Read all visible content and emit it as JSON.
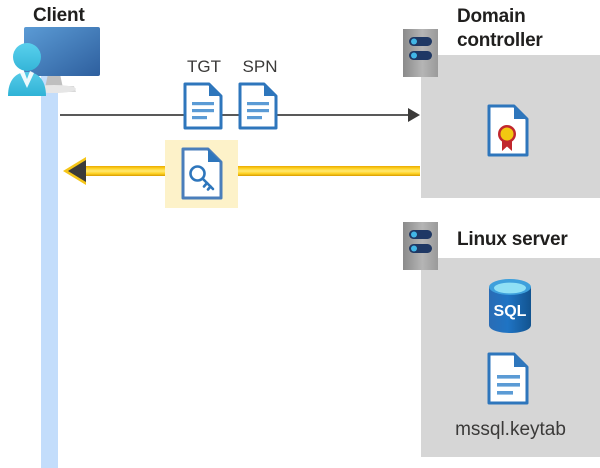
{
  "diagram": {
    "title_client": "Client",
    "title_domain_controller": "Domain\ncontroller",
    "title_domain_controller_line1": "Domain",
    "title_domain_controller_line2": "controller",
    "title_linux_server": "Linux server",
    "label_tgt": "TGT",
    "label_spn": "SPN",
    "label_keytab_file": "mssql.keytab",
    "icons": {
      "client_user": "user-icon",
      "client_monitor": "monitor-icon",
      "tgt_document": "document-icon",
      "spn_document": "document-icon",
      "key_document": "key-document-icon",
      "certificate_document": "certificate-document-icon",
      "sql_database": "sql-database-icon",
      "keytab_document": "document-icon",
      "server_dc": "server-icon",
      "server_linux": "server-icon"
    },
    "flows": [
      {
        "name": "request-flow",
        "direction": "right",
        "color": "#595959",
        "from": "client",
        "to": "domain-controller"
      },
      {
        "name": "ticket-flow",
        "direction": "left",
        "color": "#ffd324",
        "from": "domain-controller",
        "to": "client"
      }
    ],
    "colors": {
      "accent_blue": "#2e76bc",
      "light_blue_lifeline": "#c3ddfb",
      "panel_gray": "#d6d6d6",
      "highlight_yellow": "#fdf2c9",
      "arrow_yellow": "#ffd324",
      "arrow_gray": "#595959",
      "text_dark": "#201f1e",
      "sql_blue": "#1d6fb8",
      "seal_gold": "#f2c811",
      "ribbon_red": "#c1272d"
    }
  }
}
